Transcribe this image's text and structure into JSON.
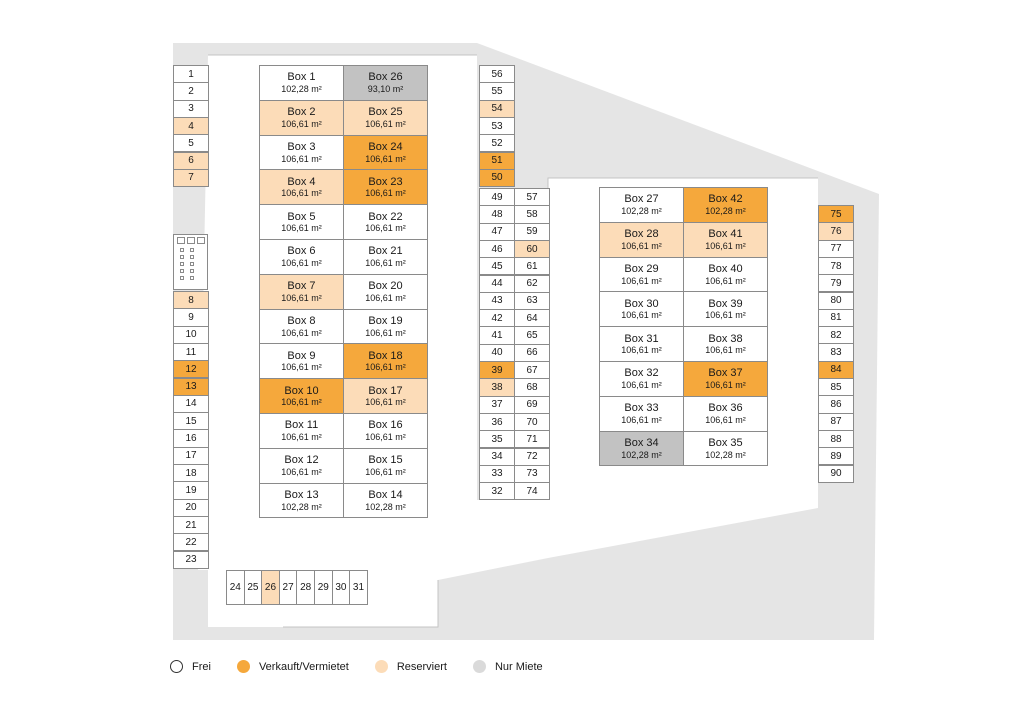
{
  "colors": {
    "frei": "#ffffff",
    "verkauft": "#f5a83c",
    "reserviert": "#fcdcb8",
    "miete": "#c2c2c2",
    "ground": "#e5e5e5",
    "line": "#8a8a8a"
  },
  "legend": [
    {
      "key": "frei",
      "label": "Frei"
    },
    {
      "key": "verkauft",
      "label": "Verkauft/Vermietet"
    },
    {
      "key": "reserviert",
      "label": "Reserviert"
    },
    {
      "key": "miete",
      "label": "Nur Miete"
    }
  ],
  "left_boxes": [
    {
      "name": "Box 1",
      "area": "102,28 m²",
      "status": "frei"
    },
    {
      "name": "Box 26",
      "area": "93,10 m²",
      "status": "miete"
    },
    {
      "name": "Box 2",
      "area": "106,61 m²",
      "status": "reserviert"
    },
    {
      "name": "Box 25",
      "area": "106,61 m²",
      "status": "reserviert"
    },
    {
      "name": "Box 3",
      "area": "106,61 m²",
      "status": "frei"
    },
    {
      "name": "Box 24",
      "area": "106,61 m²",
      "status": "verkauft"
    },
    {
      "name": "Box 4",
      "area": "106,61 m²",
      "status": "reserviert"
    },
    {
      "name": "Box 23",
      "area": "106,61 m²",
      "status": "verkauft"
    },
    {
      "name": "Box 5",
      "area": "106,61 m²",
      "status": "frei"
    },
    {
      "name": "Box 22",
      "area": "106,61 m²",
      "status": "frei"
    },
    {
      "name": "Box 6",
      "area": "106,61 m²",
      "status": "frei"
    },
    {
      "name": "Box 21",
      "area": "106,61 m²",
      "status": "frei"
    },
    {
      "name": "Box 7",
      "area": "106,61 m²",
      "status": "reserviert"
    },
    {
      "name": "Box 20",
      "area": "106,61 m²",
      "status": "frei"
    },
    {
      "name": "Box 8",
      "area": "106,61 m²",
      "status": "frei"
    },
    {
      "name": "Box 19",
      "area": "106,61 m²",
      "status": "frei"
    },
    {
      "name": "Box 9",
      "area": "106,61 m²",
      "status": "frei"
    },
    {
      "name": "Box 18",
      "area": "106,61 m²",
      "status": "verkauft"
    },
    {
      "name": "Box 10",
      "area": "106,61 m²",
      "status": "verkauft"
    },
    {
      "name": "Box 17",
      "area": "106,61 m²",
      "status": "reserviert"
    },
    {
      "name": "Box 11",
      "area": "106,61 m²",
      "status": "frei"
    },
    {
      "name": "Box 16",
      "area": "106,61 m²",
      "status": "frei"
    },
    {
      "name": "Box 12",
      "area": "106,61 m²",
      "status": "frei"
    },
    {
      "name": "Box 15",
      "area": "106,61 m²",
      "status": "frei"
    },
    {
      "name": "Box 13",
      "area": "102,28 m²",
      "status": "frei"
    },
    {
      "name": "Box 14",
      "area": "102,28 m²",
      "status": "frei"
    }
  ],
  "right_boxes": [
    {
      "name": "Box 27",
      "area": "102,28 m²",
      "status": "frei"
    },
    {
      "name": "Box 42",
      "area": "102,28 m²",
      "status": "verkauft"
    },
    {
      "name": "Box 28",
      "area": "106,61 m²",
      "status": "reserviert"
    },
    {
      "name": "Box 41",
      "area": "106,61 m²",
      "status": "reserviert"
    },
    {
      "name": "Box 29",
      "area": "106,61 m²",
      "status": "frei"
    },
    {
      "name": "Box 40",
      "area": "106,61 m²",
      "status": "frei"
    },
    {
      "name": "Box 30",
      "area": "106,61 m²",
      "status": "frei"
    },
    {
      "name": "Box 39",
      "area": "106,61 m²",
      "status": "frei"
    },
    {
      "name": "Box 31",
      "area": "106,61 m²",
      "status": "frei"
    },
    {
      "name": "Box 38",
      "area": "106,61 m²",
      "status": "frei"
    },
    {
      "name": "Box 32",
      "area": "106,61 m²",
      "status": "frei"
    },
    {
      "name": "Box 37",
      "area": "106,61 m²",
      "status": "verkauft"
    },
    {
      "name": "Box 33",
      "area": "106,61 m²",
      "status": "frei"
    },
    {
      "name": "Box 36",
      "area": "106,61 m²",
      "status": "frei"
    },
    {
      "name": "Box 34",
      "area": "102,28 m²",
      "status": "miete"
    },
    {
      "name": "Box 35",
      "area": "102,28 m²",
      "status": "frei"
    }
  ],
  "spots_left_top": [
    {
      "label": "1",
      "status": "frei"
    },
    {
      "label": "2",
      "status": "frei"
    },
    {
      "label": "3",
      "status": "frei"
    },
    {
      "label": "4",
      "status": "reserviert"
    },
    {
      "label": "5",
      "status": "frei"
    },
    {
      "label": "6",
      "status": "reserviert"
    },
    {
      "label": "7",
      "status": "reserviert"
    }
  ],
  "spots_left_bottom": [
    {
      "label": "8",
      "status": "reserviert"
    },
    {
      "label": "9",
      "status": "frei"
    },
    {
      "label": "10",
      "status": "frei"
    },
    {
      "label": "11",
      "status": "frei"
    },
    {
      "label": "12",
      "status": "verkauft"
    },
    {
      "label": "13",
      "status": "verkauft"
    },
    {
      "label": "14",
      "status": "frei"
    },
    {
      "label": "15",
      "status": "frei"
    },
    {
      "label": "16",
      "status": "frei"
    },
    {
      "label": "17",
      "status": "frei"
    },
    {
      "label": "18",
      "status": "frei"
    },
    {
      "label": "19",
      "status": "frei"
    },
    {
      "label": "20",
      "status": "frei"
    },
    {
      "label": "21",
      "status": "frei"
    },
    {
      "label": "22",
      "status": "frei"
    },
    {
      "label": "23",
      "status": "frei"
    }
  ],
  "spots_bottom": [
    {
      "label": "24",
      "status": "frei"
    },
    {
      "label": "25",
      "status": "frei"
    },
    {
      "label": "26",
      "status": "reserviert"
    },
    {
      "label": "27",
      "status": "frei"
    },
    {
      "label": "28",
      "status": "frei"
    },
    {
      "label": "29",
      "status": "frei"
    },
    {
      "label": "30",
      "status": "frei"
    },
    {
      "label": "31",
      "status": "frei"
    }
  ],
  "spots_mid_top": [
    {
      "label": "56",
      "status": "frei"
    },
    {
      "label": "55",
      "status": "frei"
    },
    {
      "label": "54",
      "status": "reserviert"
    },
    {
      "label": "53",
      "status": "frei"
    },
    {
      "label": "52",
      "status": "frei"
    },
    {
      "label": "51",
      "status": "verkauft"
    },
    {
      "label": "50",
      "status": "verkauft"
    }
  ],
  "spots_mid_left": [
    {
      "label": "49",
      "status": "frei"
    },
    {
      "label": "48",
      "status": "frei"
    },
    {
      "label": "47",
      "status": "frei"
    },
    {
      "label": "46",
      "status": "frei"
    },
    {
      "label": "45",
      "status": "frei"
    },
    {
      "label": "44",
      "status": "frei"
    },
    {
      "label": "43",
      "status": "frei"
    },
    {
      "label": "42",
      "status": "frei"
    },
    {
      "label": "41",
      "status": "frei"
    },
    {
      "label": "40",
      "status": "frei"
    },
    {
      "label": "39",
      "status": "verkauft"
    },
    {
      "label": "38",
      "status": "reserviert"
    },
    {
      "label": "37",
      "status": "frei"
    },
    {
      "label": "36",
      "status": "frei"
    },
    {
      "label": "35",
      "status": "frei"
    },
    {
      "label": "34",
      "status": "frei"
    },
    {
      "label": "33",
      "status": "frei"
    },
    {
      "label": "32",
      "status": "frei"
    }
  ],
  "spots_mid_right": [
    {
      "label": "57",
      "status": "frei"
    },
    {
      "label": "58",
      "status": "frei"
    },
    {
      "label": "59",
      "status": "frei"
    },
    {
      "label": "60",
      "status": "reserviert"
    },
    {
      "label": "61",
      "status": "frei"
    },
    {
      "label": "62",
      "status": "frei"
    },
    {
      "label": "63",
      "status": "frei"
    },
    {
      "label": "64",
      "status": "frei"
    },
    {
      "label": "65",
      "status": "frei"
    },
    {
      "label": "66",
      "status": "frei"
    },
    {
      "label": "67",
      "status": "frei"
    },
    {
      "label": "68",
      "status": "frei"
    },
    {
      "label": "69",
      "status": "frei"
    },
    {
      "label": "70",
      "status": "frei"
    },
    {
      "label": "71",
      "status": "frei"
    },
    {
      "label": "72",
      "status": "frei"
    },
    {
      "label": "73",
      "status": "frei"
    },
    {
      "label": "74",
      "status": "frei"
    }
  ],
  "spots_right": [
    {
      "label": "75",
      "status": "verkauft"
    },
    {
      "label": "76",
      "status": "reserviert"
    },
    {
      "label": "77",
      "status": "frei"
    },
    {
      "label": "78",
      "status": "frei"
    },
    {
      "label": "79",
      "status": "frei"
    },
    {
      "label": "80",
      "status": "frei"
    },
    {
      "label": "81",
      "status": "frei"
    },
    {
      "label": "82",
      "status": "frei"
    },
    {
      "label": "83",
      "status": "frei"
    },
    {
      "label": "84",
      "status": "verkauft"
    },
    {
      "label": "85",
      "status": "frei"
    },
    {
      "label": "86",
      "status": "frei"
    },
    {
      "label": "87",
      "status": "frei"
    },
    {
      "label": "88",
      "status": "frei"
    },
    {
      "label": "89",
      "status": "frei"
    },
    {
      "label": "90",
      "status": "frei"
    }
  ]
}
